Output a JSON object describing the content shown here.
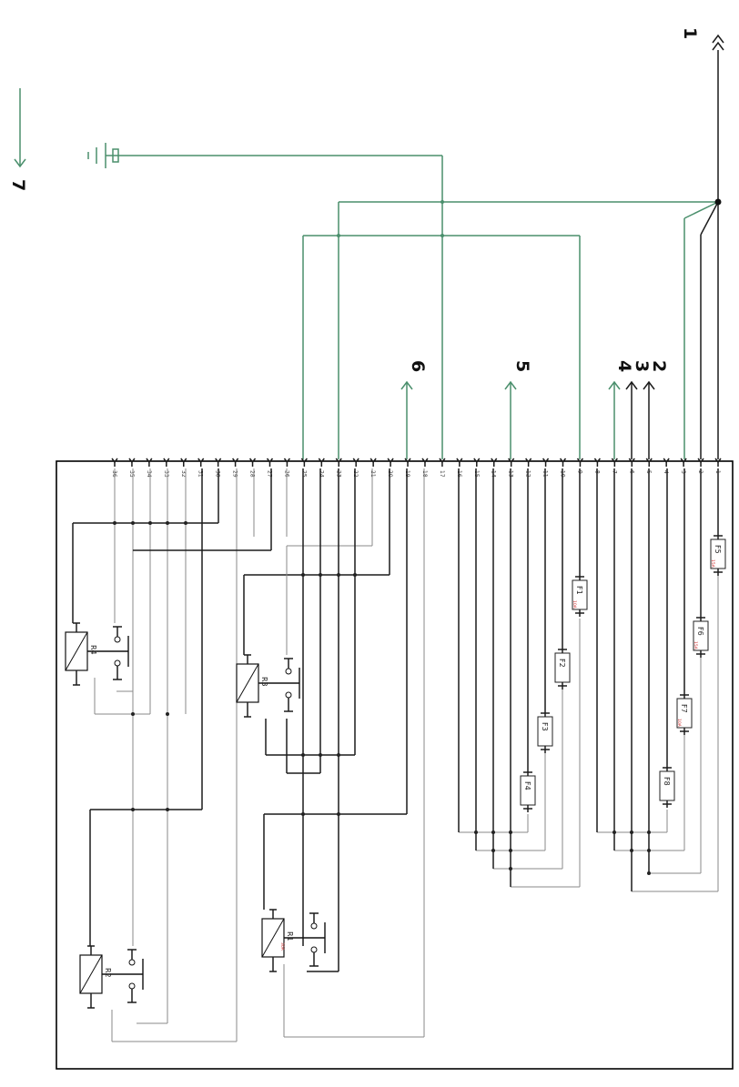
{
  "labels": [
    {
      "id": "1",
      "text": "1"
    },
    {
      "id": "2",
      "text": "2"
    },
    {
      "id": "3",
      "text": "3"
    },
    {
      "id": "4",
      "text": "4"
    },
    {
      "id": "5",
      "text": "5"
    },
    {
      "id": "6",
      "text": "6"
    },
    {
      "id": "7",
      "text": "7"
    }
  ],
  "pins": [
    "1",
    "2",
    "3",
    "4",
    "5",
    "6",
    "7",
    "8",
    "9",
    "10",
    "11",
    "12",
    "13",
    "14",
    "15",
    "16",
    "17",
    "18",
    "19",
    "20",
    "21",
    "22",
    "23",
    "24",
    "25",
    "26",
    "27",
    "28",
    "29",
    "30",
    "31",
    "32",
    "33",
    "34",
    "35",
    "36"
  ],
  "fuses": [
    {
      "label": "F1",
      "rating": "10A"
    },
    {
      "label": "F2",
      "rating": ""
    },
    {
      "label": "F3",
      "rating": ""
    },
    {
      "label": "F4",
      "rating": ""
    },
    {
      "label": "F5",
      "rating": "15A"
    },
    {
      "label": "F6",
      "rating": "15A"
    },
    {
      "label": "F7",
      "rating": "10A"
    },
    {
      "label": "F8",
      "rating": ""
    }
  ],
  "relays": [
    {
      "label": "R1",
      "rating": "30A"
    },
    {
      "label": "R2",
      "rating": ""
    },
    {
      "label": "R3",
      "rating": ""
    },
    {
      "label": "R4",
      "rating": ""
    }
  ],
  "colors": {
    "green": "#4a8f6c",
    "dark": "#1c1c1c",
    "grey": "#8a8a8a"
  }
}
